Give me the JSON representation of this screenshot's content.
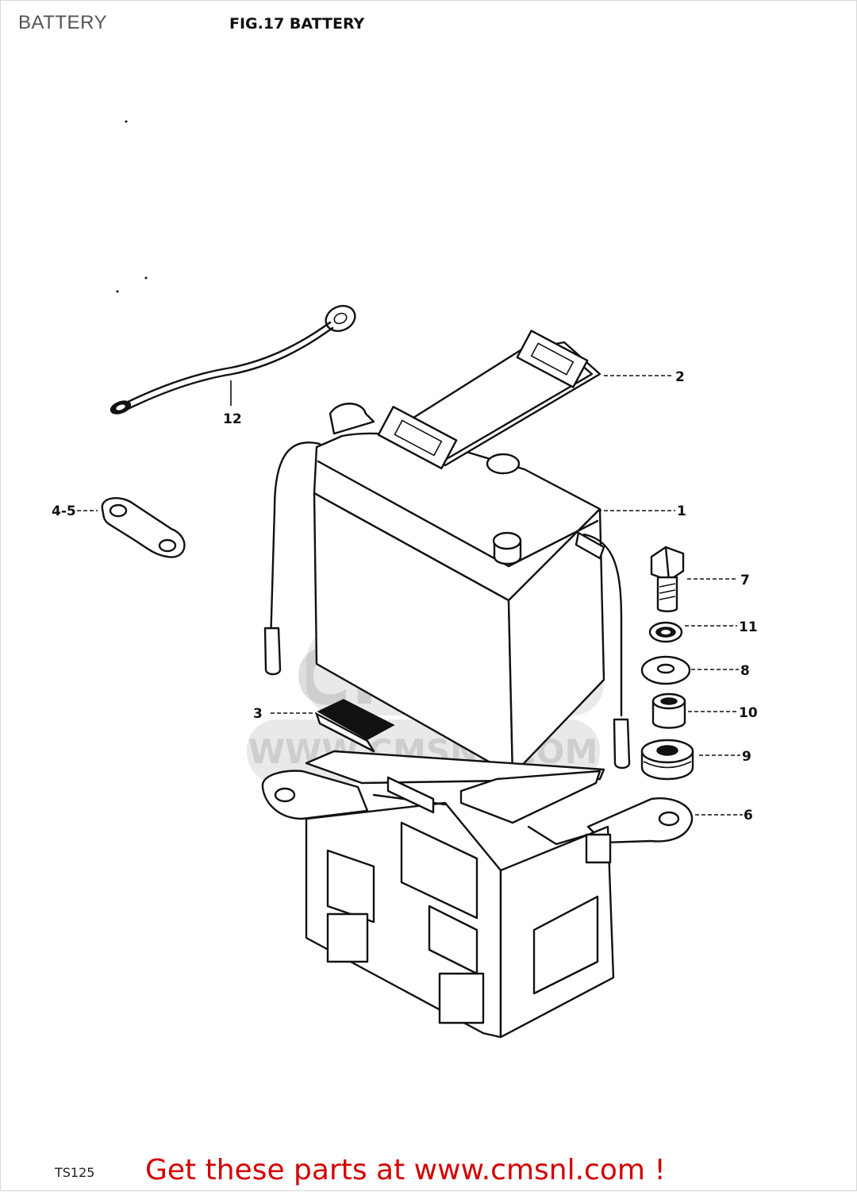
{
  "page_title": "BATTERY",
  "figure_title": "FIG.17  BATTERY",
  "callouts": {
    "c1": "1",
    "c2": "2",
    "c3": "3",
    "c45": "4-5",
    "c6": "6",
    "c7": "7",
    "c8": "8",
    "c9": "9",
    "c10": "10",
    "c11": "11",
    "c12": "12"
  },
  "watermark": {
    "logo_text": "CMS",
    "url_text": "WWW.CMSNL.COM"
  },
  "footer": {
    "model_code": "TS125",
    "link_text": "Get these parts at www.cmsnl.com !"
  },
  "colors": {
    "link": "#d40000",
    "line_art": "#111111",
    "watermark": "#8c8c8c"
  }
}
